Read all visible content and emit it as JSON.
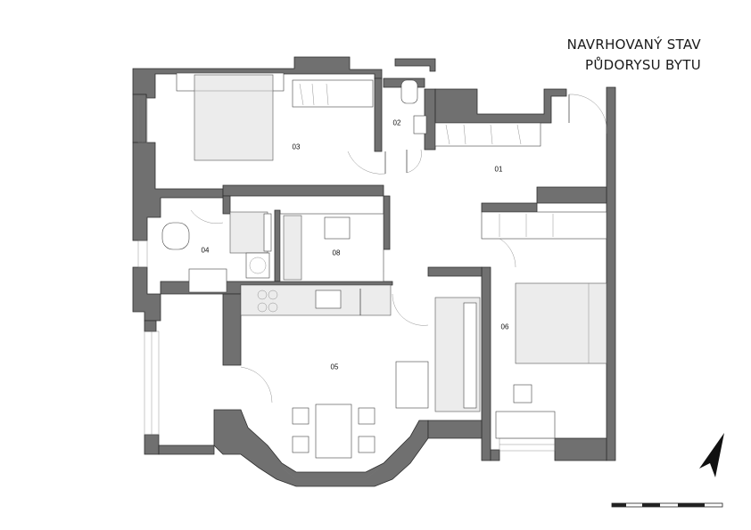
{
  "title": {
    "line1": "NAVRHOVANÝ STAV",
    "line2": "PŮDORYSU BYTU"
  },
  "rooms": [
    {
      "id": "01",
      "label": "01"
    },
    {
      "id": "02",
      "label": "02"
    },
    {
      "id": "03",
      "label": "03"
    },
    {
      "id": "04",
      "label": "04"
    },
    {
      "id": "05",
      "label": "05"
    },
    {
      "id": "06",
      "label": "06"
    },
    {
      "id": "08",
      "label": "08"
    }
  ],
  "icons": {
    "north_arrow": "north-arrow-icon",
    "scale_bar": "scale-bar-icon"
  },
  "colors": {
    "wall_fill": "#707070",
    "furniture_fill": "#ececec"
  }
}
